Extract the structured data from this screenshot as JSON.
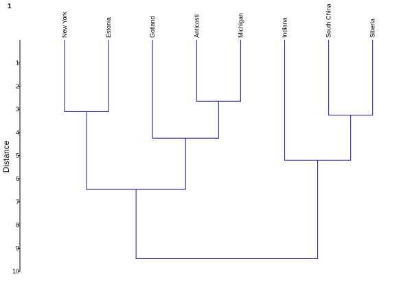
{
  "figure": {
    "label": "1"
  },
  "chart_data": {
    "type": "dendrogram",
    "orientation": "top-down",
    "ylabel": "Distance",
    "yticks": [
      "1",
      "2",
      "3",
      "4",
      "5",
      "6",
      "7",
      "8",
      "9",
      "10"
    ],
    "ylim": [
      0,
      10
    ],
    "leaves": [
      "New York",
      "Estonia",
      "Gotland",
      "Anticosti",
      "Michigan",
      "Indiana",
      "South China",
      "Siberia"
    ],
    "merges": [
      {
        "left": "Anticosti",
        "right": "Michigan",
        "distance": 2.65
      },
      {
        "left": "New York",
        "right": "Estonia",
        "distance": 3.1
      },
      {
        "left": "South China",
        "right": "Siberia",
        "distance": 3.25
      },
      {
        "left": "Gotland",
        "right": [
          "Anticosti",
          "Michigan"
        ],
        "distance": 4.25
      },
      {
        "left": "Indiana",
        "right": [
          "South China",
          "Siberia"
        ],
        "distance": 5.2
      },
      {
        "left": [
          "New York",
          "Estonia"
        ],
        "right": [
          "Gotland",
          "Anticosti",
          "Michigan"
        ],
        "distance": 6.45
      },
      {
        "left": [
          "New York",
          "Estonia",
          "Gotland",
          "Anticosti",
          "Michigan"
        ],
        "right": [
          "Indiana",
          "South China",
          "Siberia"
        ],
        "distance": 9.45
      }
    ],
    "line_color": "#2a2aa8",
    "axis_color": "#000000",
    "grid": false
  }
}
